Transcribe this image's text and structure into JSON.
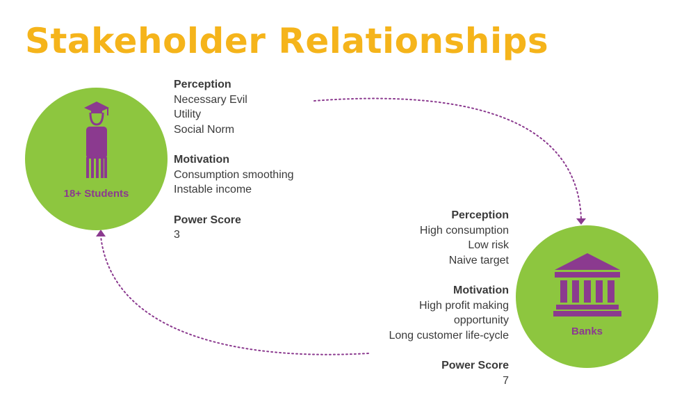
{
  "title": "Stakeholder Relationships",
  "colors": {
    "title": "#f5b41b",
    "circle": "#8dc63f",
    "icon": "#8b3a8f",
    "text": "#3a3a3a",
    "arrow": "#8b3a8f"
  },
  "students": {
    "label": "18+ Students",
    "icon": "graduate-student-icon",
    "perception_heading": "Perception",
    "perception": [
      "Necessary Evil",
      "Utility",
      "Social Norm"
    ],
    "motivation_heading": "Motivation",
    "motivation": [
      "Consumption smoothing",
      "Instable income"
    ],
    "power_heading": "Power Score",
    "power_score": "3"
  },
  "banks": {
    "label": "Banks",
    "icon": "bank-building-icon",
    "perception_heading": "Perception",
    "perception": [
      "High consumption",
      "Low risk",
      "Naive target"
    ],
    "motivation_heading": "Motivation",
    "motivation": [
      "High profit making",
      "opportunity",
      "Long customer life-cycle"
    ],
    "power_heading": "Power Score",
    "power_score": "7"
  }
}
